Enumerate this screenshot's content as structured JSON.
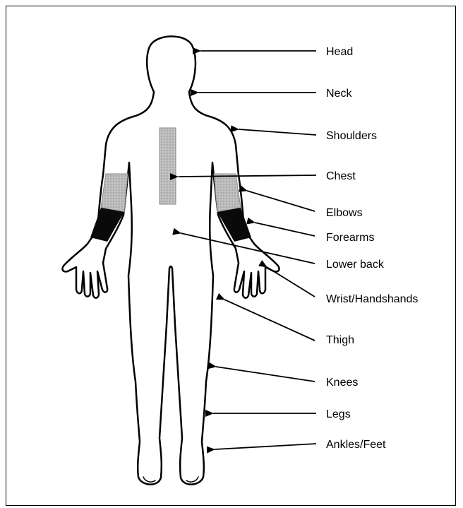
{
  "labels": [
    {
      "id": "head",
      "text": "Head"
    },
    {
      "id": "neck",
      "text": "Neck"
    },
    {
      "id": "shoulders",
      "text": "Shoulders"
    },
    {
      "id": "chest",
      "text": "Chest"
    },
    {
      "id": "elbows",
      "text": "Elbows"
    },
    {
      "id": "forearms",
      "text": "Forearms"
    },
    {
      "id": "lower-back",
      "text": "Lower back"
    },
    {
      "id": "wrist-hands",
      "text": "Wrist/Handshands"
    },
    {
      "id": "thigh",
      "text": "Thigh"
    },
    {
      "id": "knees",
      "text": "Knees"
    },
    {
      "id": "legs",
      "text": "Legs"
    },
    {
      "id": "ankles-feet",
      "text": "Ankles/Feet"
    }
  ],
  "colors": {
    "outline": "#000000",
    "sensor_patch": "#b8b8b8",
    "sleeve_dark": "#0a0a0a"
  }
}
